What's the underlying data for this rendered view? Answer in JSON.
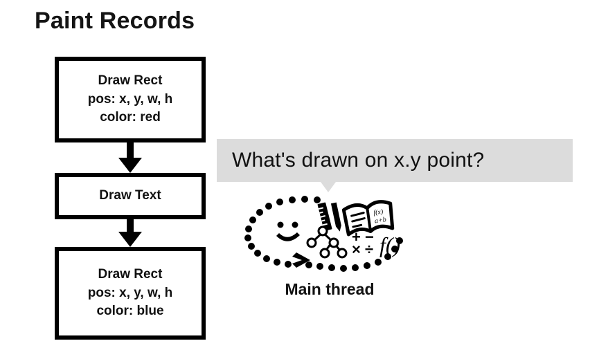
{
  "slide": {
    "title": "Paint Records"
  },
  "paint_records": {
    "boxes": [
      {
        "name": "draw-rect-red",
        "lines": [
          "Draw Rect",
          "pos: x, y, w, h",
          "color: red"
        ]
      },
      {
        "name": "draw-text",
        "lines": [
          "Draw Text"
        ]
      },
      {
        "name": "draw-rect-blue",
        "lines": [
          "Draw Rect",
          "pos: x, y, w, h",
          "color: blue"
        ]
      }
    ],
    "arrow_icon": "down-arrow-icon"
  },
  "question": {
    "bubble_text": "What's drawn on x.y point?",
    "bubble_color": "#dcdcdc"
  },
  "main_thread": {
    "label": "Main thread",
    "illustration_name": "thinking-loop-illustration",
    "elements": [
      "dotted-oval-loop",
      "smiley-face",
      "ruler-icon",
      "pencil-icon",
      "open-book-icon",
      "node-tree-icon",
      "math-operators",
      "function-notation"
    ],
    "math_operators": [
      "+",
      "−",
      "×",
      "÷"
    ],
    "function_notation": "f()"
  },
  "colors": {
    "background": "#ffffff",
    "ink": "#000000",
    "bubble": "#dcdcdc"
  }
}
